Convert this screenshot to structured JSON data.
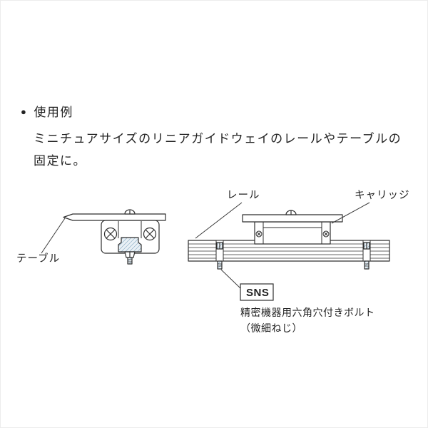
{
  "intro": {
    "bullet": "●",
    "heading": "使用例",
    "line1": "ミニチュアサイズのリニアガイドウェイのレールやテーブルの",
    "line2": "固定に。"
  },
  "labels": {
    "rail": "レール",
    "carriage": "キャリッジ",
    "table": "テーブル",
    "sns": "SNS",
    "bolt_name": "精密機器用六角穴付きボルト",
    "bolt_note": "（微細ねじ）"
  },
  "colors": {
    "line": "#2f2f2f",
    "hatch_blue": "#79a0bc"
  }
}
